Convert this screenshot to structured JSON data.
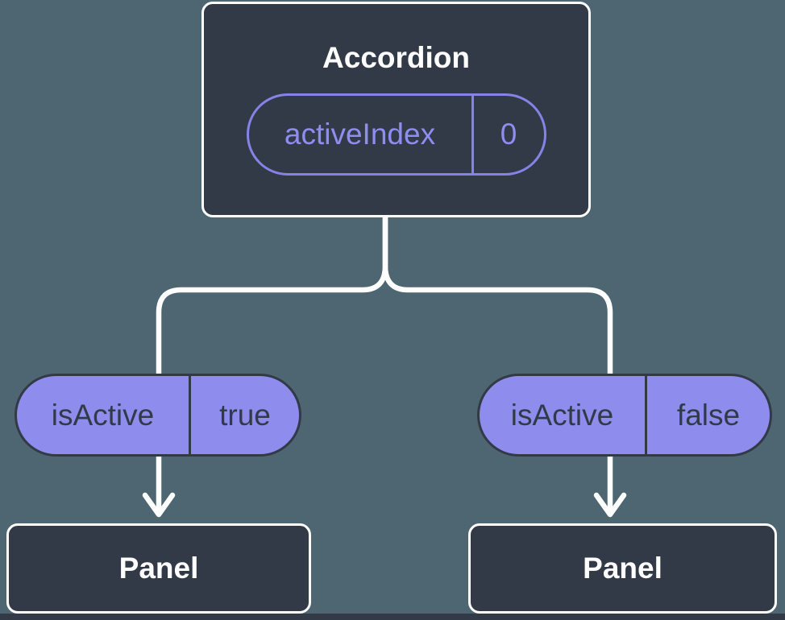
{
  "diagram": {
    "root": {
      "title": "Accordion",
      "state": {
        "name": "activeIndex",
        "value": "0"
      }
    },
    "children": [
      {
        "prop": {
          "name": "isActive",
          "value": "true"
        },
        "panel": "Panel"
      },
      {
        "prop": {
          "name": "isActive",
          "value": "false"
        },
        "panel": "Panel"
      }
    ]
  },
  "colors": {
    "background": "#4d6671",
    "node_fill": "#333a47",
    "node_border": "#ffffff",
    "connector": "#ffffff",
    "pill_fill": "#8e8dee",
    "pill_outline_accent": "#8583e8",
    "pill_text_accent": "#8f8df2",
    "pill_text_dark": "#333a47",
    "text_light": "#ffffff"
  }
}
